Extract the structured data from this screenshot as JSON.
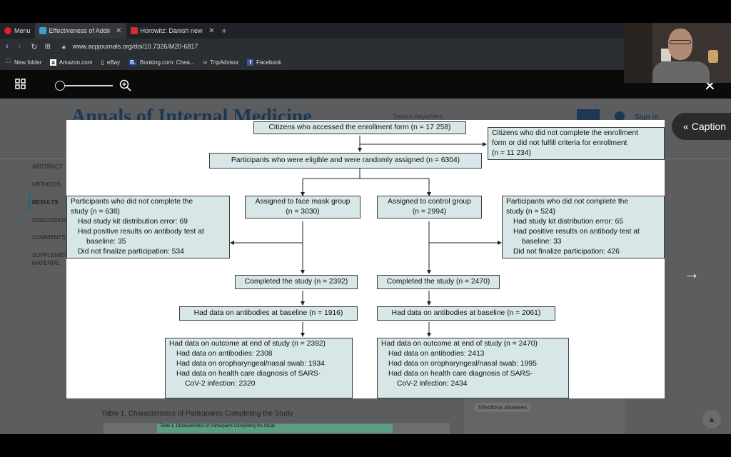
{
  "browser": {
    "tabs": [
      {
        "label": "Menu"
      },
      {
        "label": "Effectiveness of Adding a M"
      },
      {
        "label": "Horowitz: Danish newspap"
      }
    ],
    "url": "www.acpjournals.org/doi/10.7326/M20-6817",
    "bookmarks": [
      "New folder",
      "Amazon.com",
      "eBay",
      "Booking.com: Chea...",
      "TripAdvisor",
      "Facebook"
    ]
  },
  "background_page": {
    "journal_title": "Annals of Internal Medicine",
    "search_placeholder": "Search Anywhere",
    "signin": "Sign in",
    "nav": [
      "ABSTRACT",
      "METHODS",
      "RESULTS",
      "DISCUSSION",
      "COMMENTS",
      "SUPPLEMENTARY MATERIAL"
    ],
    "table_caption": "Table 1. Characteristics of Participants Completing the Study",
    "table_inner": "Table 1. Characteristics of Participants Completing the Study",
    "tag": "Infectious diseases"
  },
  "viewer": {
    "caption_button": "Caption"
  },
  "figure": {
    "enrolled": "Citizens who accessed the enrollment form (n = 17 258)",
    "excluded": [
      "Citizens who did not complete the enrollment",
      "form or did not fulfill criteria for enrollment",
      "(n = 11 234)"
    ],
    "randomized": "Participants who were eligible and were randomly assigned (n = 6304)",
    "mask_group": [
      "Assigned to face mask group",
      "(n = 3030)"
    ],
    "control_group": [
      "Assigned to control group",
      "(n = 2994)"
    ],
    "mask_dropout": [
      "Participants who did not complete the",
      "study (n = 638)",
      "Had study kit distribution error: 69",
      "Had positive results on antibody test at",
      "baseline: 35",
      "Did not finalize participation: 534"
    ],
    "control_dropout": [
      "Participants who did not complete the",
      "study (n = 524)",
      "Had study kit distribution error: 65",
      "Had positive results on antibody test at",
      "baseline: 33",
      "Did not finalize participation: 426"
    ],
    "mask_completed": "Completed the study (n = 2392)",
    "control_completed": "Completed the study (n = 2470)",
    "mask_baseline": "Had data on antibodies at baseline (n = 1916)",
    "control_baseline": "Had data on antibodies at baseline (n = 2061)",
    "mask_outcome": [
      "Had data on outcome at end of study (n = 2392)",
      "Had data on antibodies: 2308",
      "Had data on oropharyngeal/nasal swab: 1934",
      "Had data on health care diagnosis of SARS-",
      "CoV-2 infection: 2320"
    ],
    "control_outcome": [
      "Had data on outcome at end of study (n = 2470)",
      "Had data on antibodies: 2413",
      "Had data on oropharyngeal/nasal swab: 1995",
      "Had data on health care diagnosis of SARS-",
      "CoV-2 infection: 2434"
    ]
  }
}
